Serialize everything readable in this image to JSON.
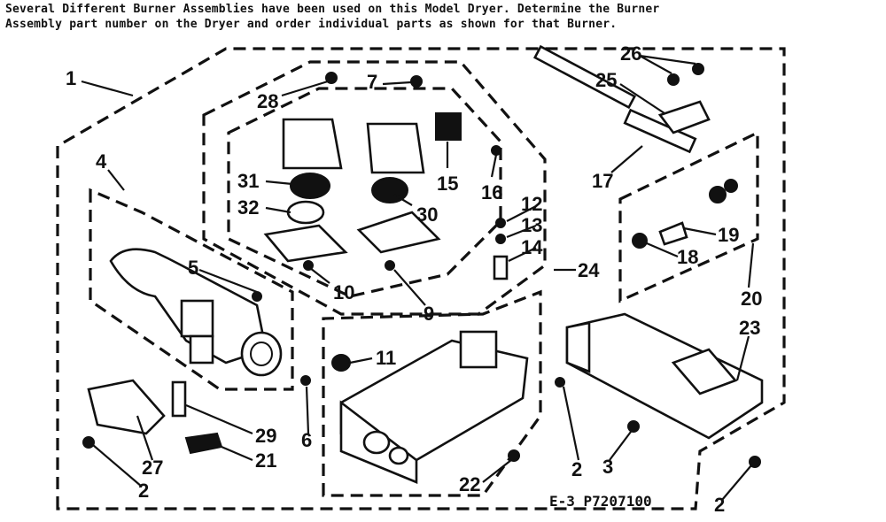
{
  "header": {
    "line1": "Several Different Burner Assemblies have been used on this Model Dryer.  Determine the Burner",
    "line2": "Assembly part number on the Dryer and order individual parts as shown for that Burner."
  },
  "footer": {
    "code": "E-3 P7207100"
  },
  "callouts": {
    "c1": "1",
    "c2a": "2",
    "c2b": "2",
    "c2c": "2",
    "c3": "3",
    "c4": "4",
    "c5": "5",
    "c6": "6",
    "c7": "7",
    "c9": "9",
    "c10": "10",
    "c11": "11",
    "c12": "12",
    "c13": "13",
    "c14": "14",
    "c15": "15",
    "c16": "16",
    "c17": "17",
    "c18": "18",
    "c19": "19",
    "c20": "20",
    "c21": "21",
    "c22": "22",
    "c23": "23",
    "c24": "24",
    "c25": "25",
    "c26": "26",
    "c27": "27",
    "c28": "28",
    "c29": "29",
    "c30": "30",
    "c31": "31",
    "c32": "32"
  }
}
